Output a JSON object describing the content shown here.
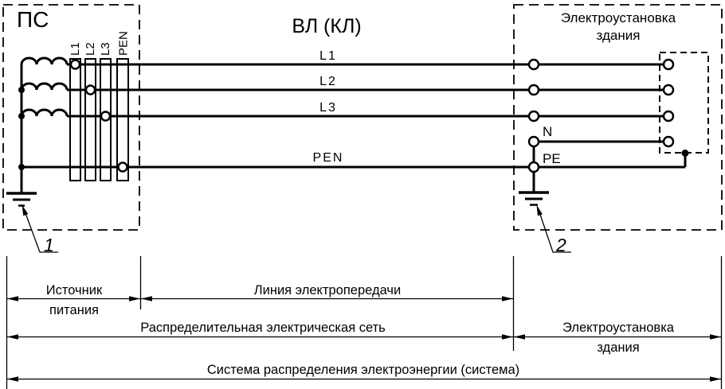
{
  "colors": {
    "ink": "#000000",
    "background": "#ffffff"
  },
  "substation": {
    "title": "ПС",
    "earth_callout": "1"
  },
  "busbar_labels": {
    "l1": "L1",
    "l2": "L2",
    "l3": "L3",
    "pen": "PEN"
  },
  "line_section": {
    "title": "ВЛ (КЛ)",
    "conductor_l1": "L1",
    "conductor_l2": "L2",
    "conductor_l3": "L3",
    "conductor_pen": "PEN"
  },
  "building": {
    "title_line1": "Электроустановка",
    "title_line2": "здания",
    "neutral_label": "N",
    "protective_label": "PE",
    "earth_callout": "2"
  },
  "dimensions": {
    "power_source_line1": "Источник",
    "power_source_line2": "питания",
    "transmission_line": "Линия электропередачи",
    "distribution_network": "Распределительная электрическая сеть",
    "building_installation_line1": "Электроустановка",
    "building_installation_line2": "здания",
    "system": "Система распределения электроэнергии (система)"
  }
}
